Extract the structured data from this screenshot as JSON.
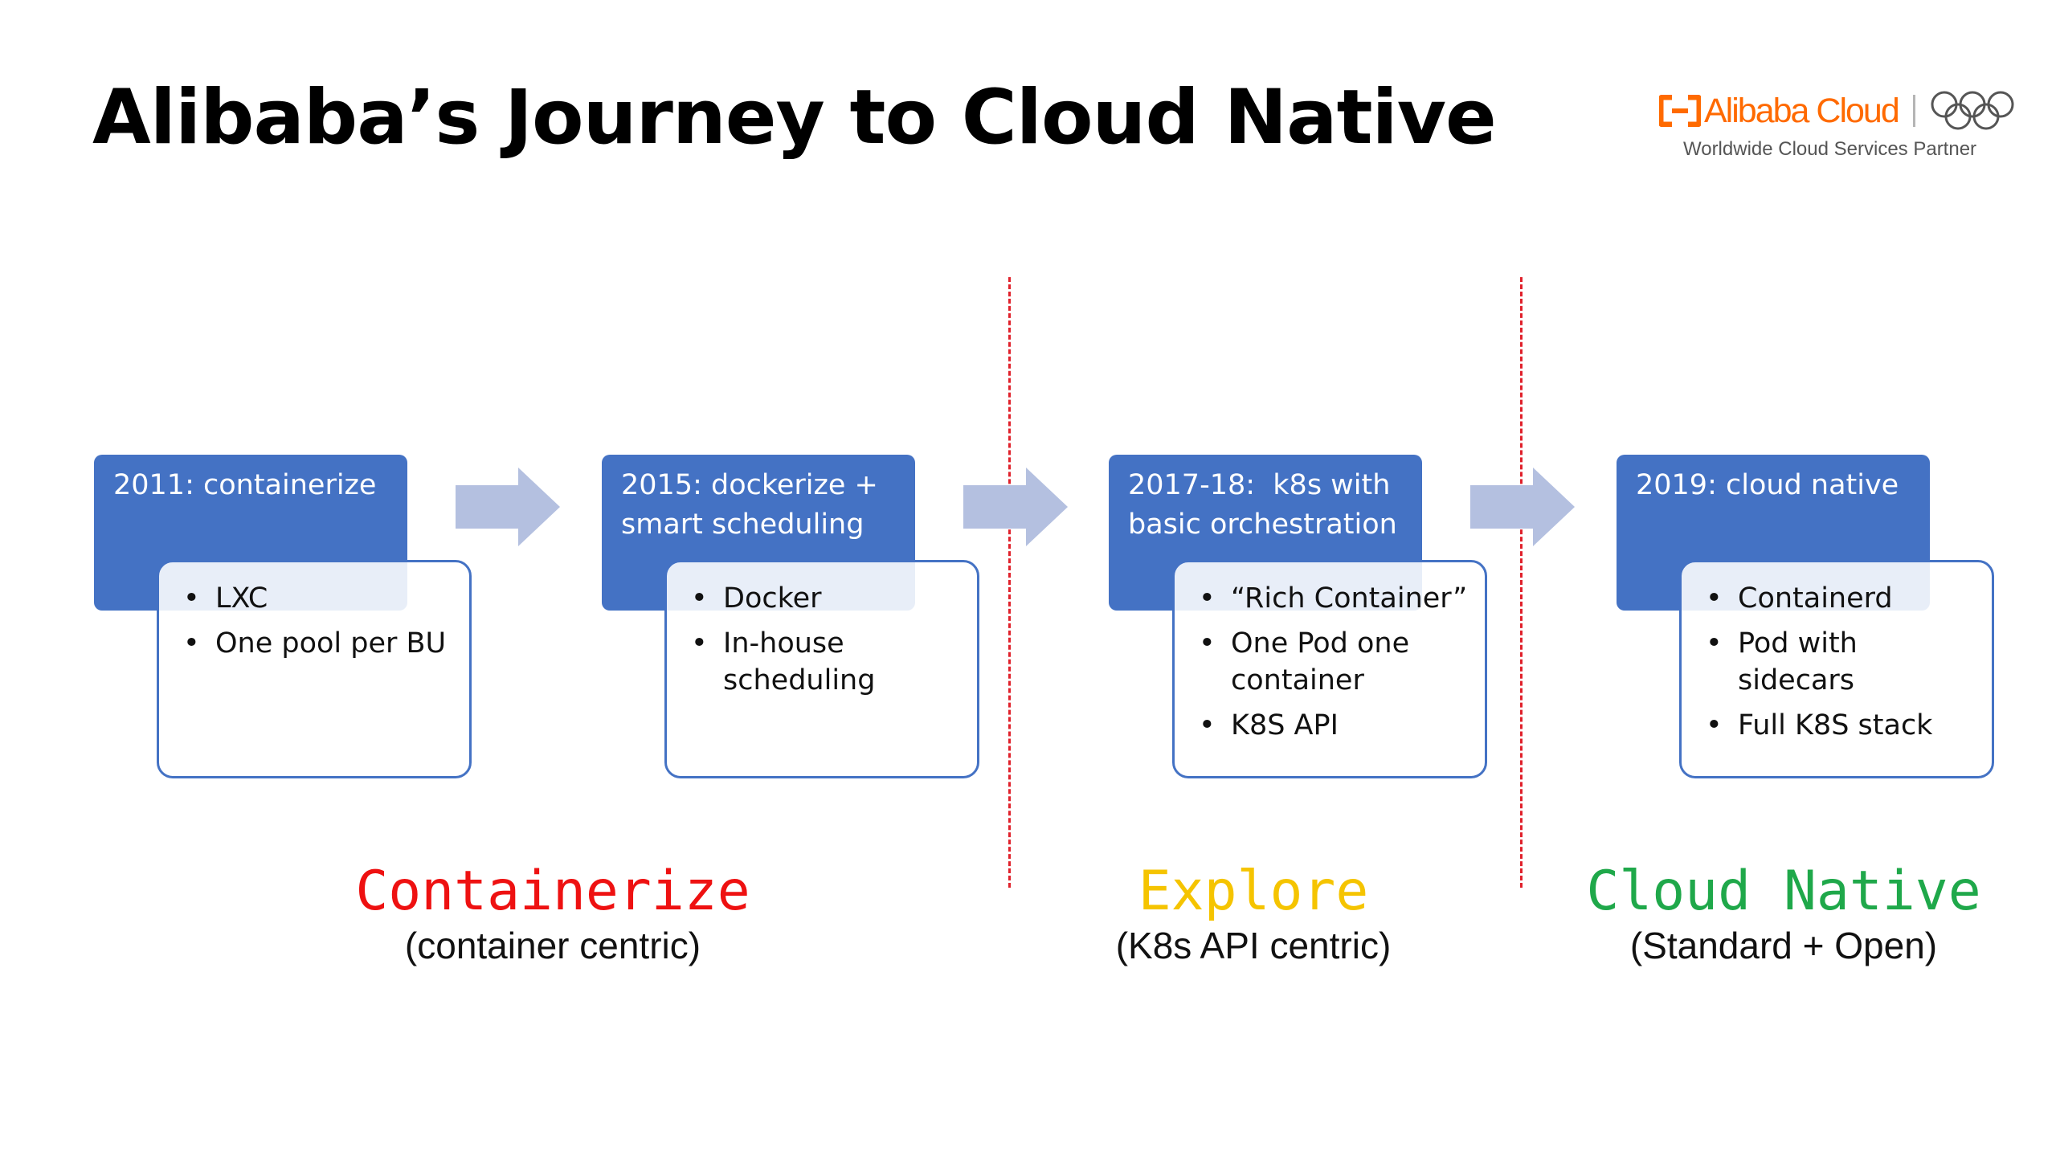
{
  "title": "Alibaba’s Journey to Cloud Native",
  "logo": {
    "name": "Alibaba Cloud",
    "tagline": "Worldwide Cloud Services Partner",
    "color": "#ff6a00",
    "icons": [
      "alibaba-cloud-bracket-icon",
      "olympic-rings-icon"
    ]
  },
  "colors": {
    "box_blue": "#4472c4",
    "arrow": "#b4c0e0",
    "divider": "#e0212b"
  },
  "stages": [
    {
      "header_lines": [
        "2011: containerize"
      ],
      "bullets": [
        "LXC",
        "One pool per BU"
      ]
    },
    {
      "header_lines": [
        "2015: dockerize +",
        "smart scheduling"
      ],
      "bullets": [
        "Docker",
        "In-house scheduling"
      ]
    },
    {
      "header_lines": [
        "2017-18:  k8s with",
        "basic orchestration"
      ],
      "bullets": [
        "“Rich Container”",
        "One Pod one container",
        "K8S API"
      ]
    },
    {
      "header_lines": [
        "2019: cloud native"
      ],
      "bullets": [
        "Containerd",
        "Pod with sidecars",
        "Full K8S stack"
      ]
    }
  ],
  "phases": [
    {
      "label": "Containerize",
      "subtitle": "(container centric)",
      "color": "#ee1111"
    },
    {
      "label": "Explore",
      "subtitle": "(K8s API centric)",
      "color": "#f5c400"
    },
    {
      "label": "Cloud Native",
      "subtitle": "(Standard + Open)",
      "color": "#1fa84a"
    }
  ]
}
